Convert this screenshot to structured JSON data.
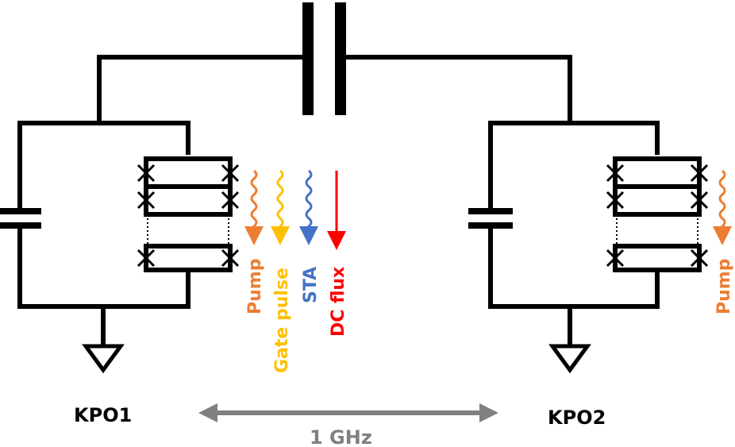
{
  "labels": {
    "pump_left": "Pump",
    "gate_pulse": "Gate pulse",
    "sta": "STA",
    "dc_flux": "DC flux",
    "pump_right": "Pump",
    "kpo1": "KPO1",
    "kpo2": "KPO2",
    "frequency": "1 GHz"
  },
  "colors": {
    "wire": "#000000",
    "pump": "#ED7D31",
    "gate_pulse": "#FFC000",
    "sta": "#4472C4",
    "dc_flux": "#FF0000",
    "detuning_arrow": "#808080",
    "frequency_text": "#808080"
  }
}
